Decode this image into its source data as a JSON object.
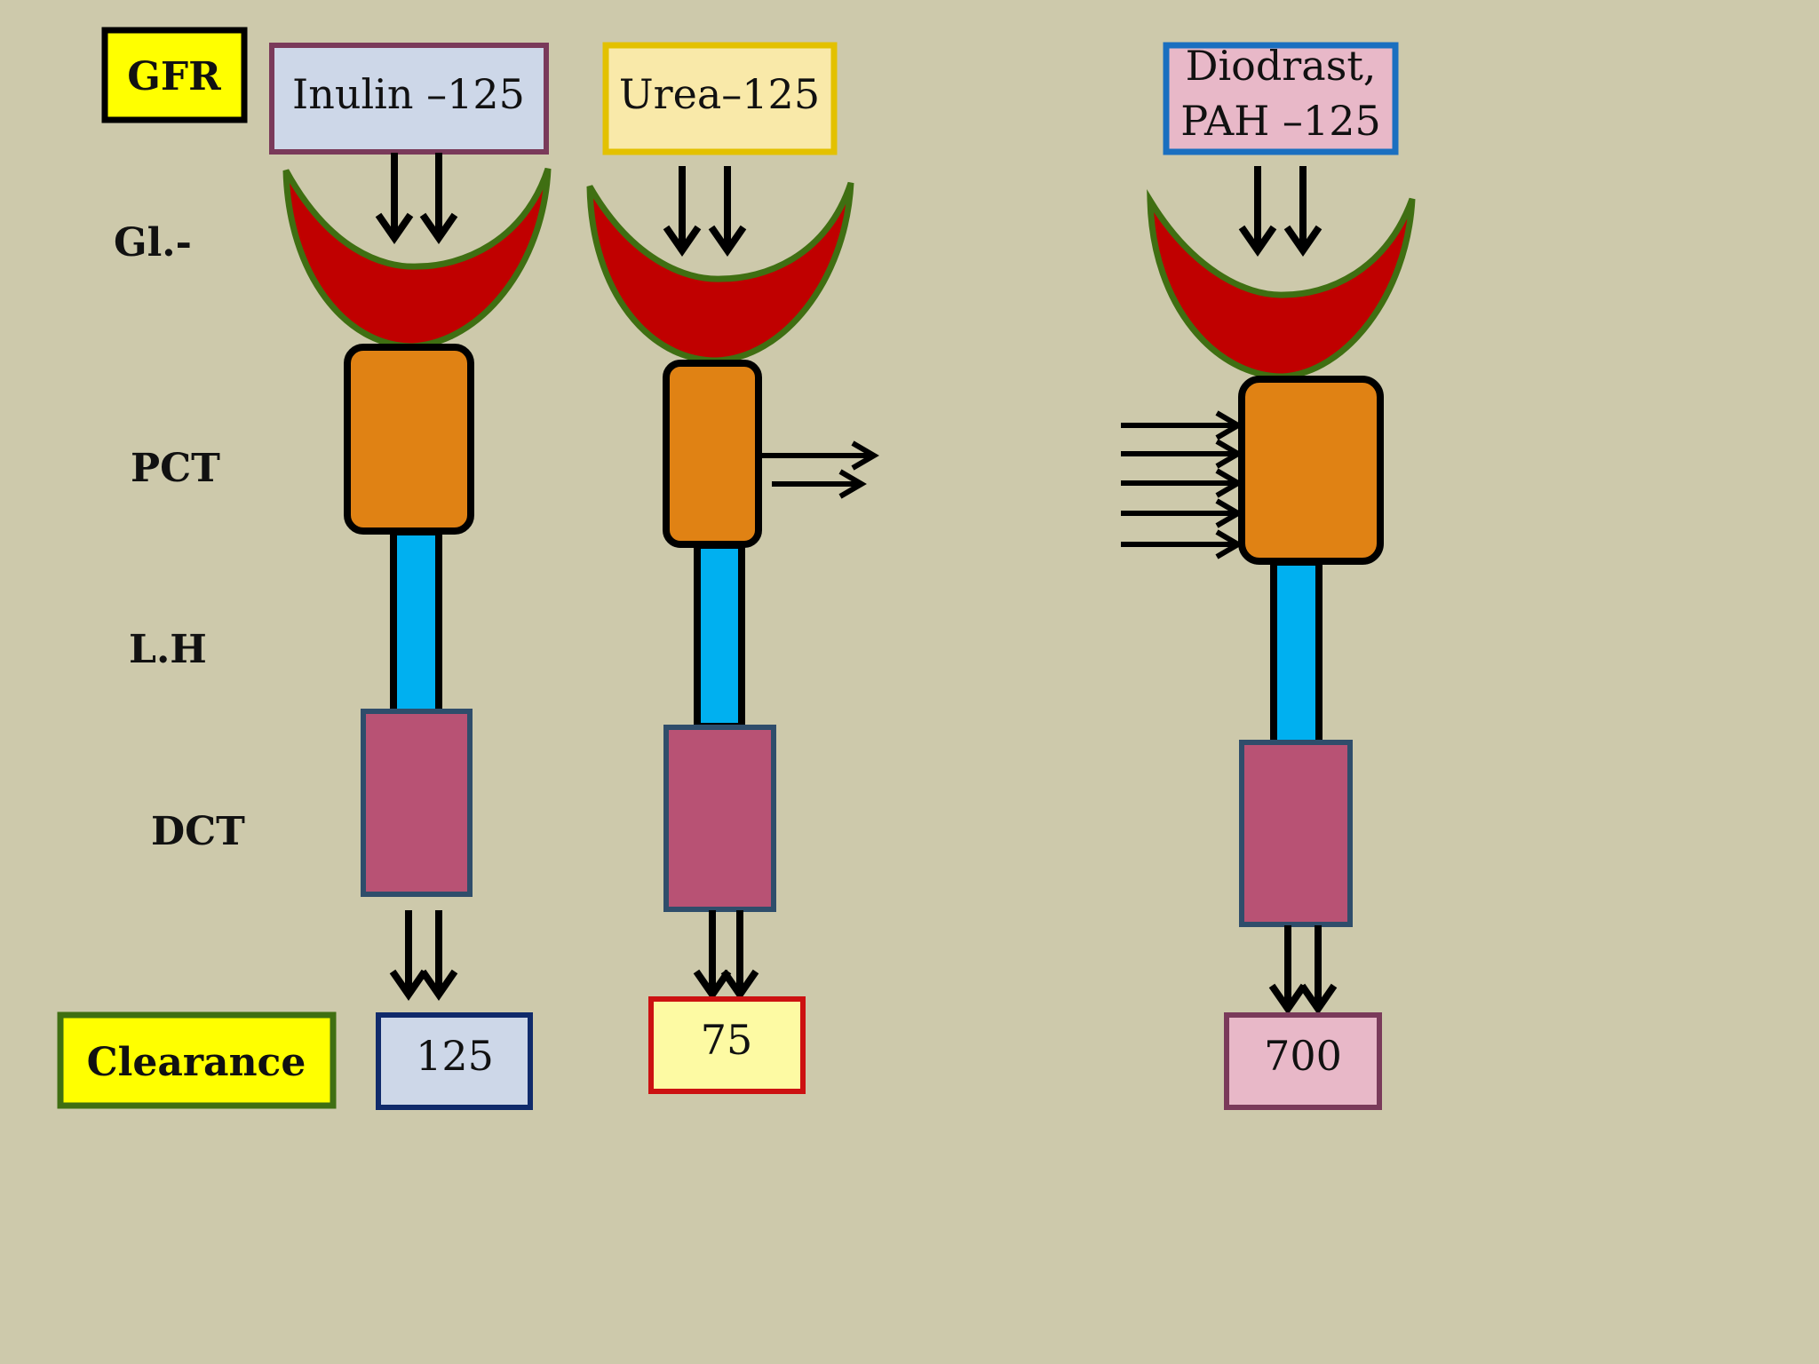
{
  "labels": {
    "gfr": "GFR",
    "glomerulus": "Gl.-",
    "pct": "PCT",
    "loop_of_henle": "L.H",
    "dct": "DCT",
    "clearance": "Clearance"
  },
  "columns": [
    {
      "id": "inulin",
      "header": [
        "Inulin –125"
      ],
      "clearance": "125",
      "pct_transport": "none"
    },
    {
      "id": "urea",
      "header": [
        "Urea–125"
      ],
      "clearance": "75",
      "pct_transport": "reabsorption"
    },
    {
      "id": "diodrast-pah",
      "header": [
        "Diodrast,",
        "PAH –125"
      ],
      "clearance": "700",
      "pct_transport": "secretion"
    }
  ],
  "colors": {
    "background": "#cdc9ab",
    "glomerulus_fill": "#c00000",
    "glomerulus_edge": "#3f6f12",
    "pct_fill": "#e08214",
    "loop_fill": "#00b0f0",
    "dct_fill": "#b85274",
    "dct_edge": "#2f4d6b",
    "label_yellow": "#ffff00"
  }
}
